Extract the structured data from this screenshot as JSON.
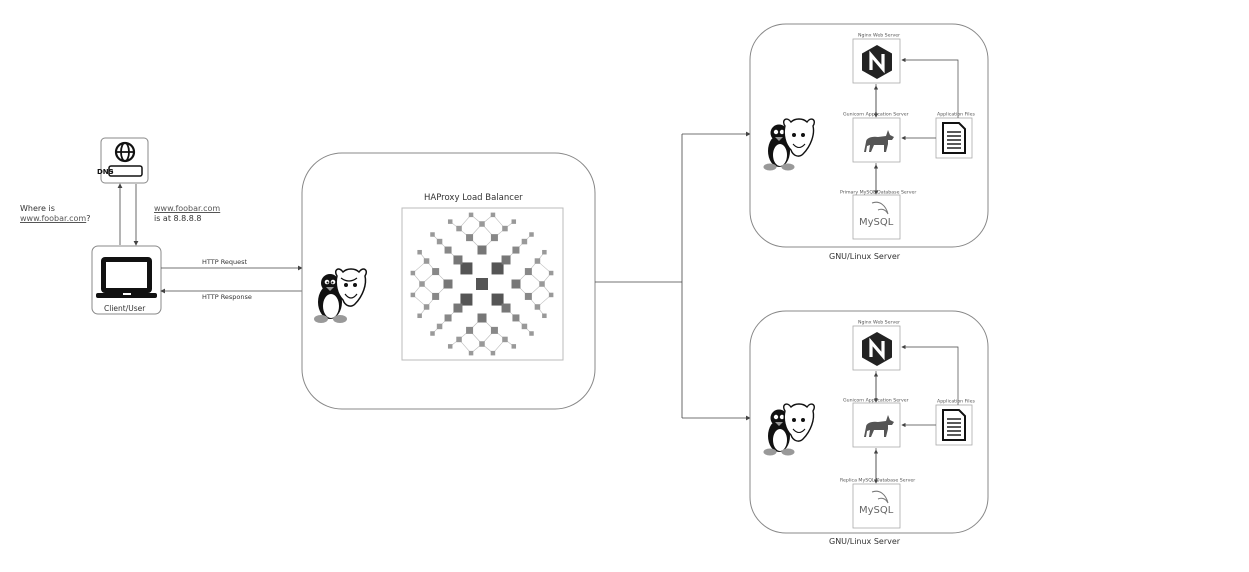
{
  "client": {
    "label": "Client/User",
    "question_line1": "Where is",
    "question_link": "www.foobar.com",
    "question_mark": "?"
  },
  "dns": {
    "label": "DNS",
    "answer_link": "www.foobar.com",
    "answer_line2": "is at 8.8.8.8"
  },
  "http": {
    "request_label": "HTTP Request",
    "response_label": "HTTP Response"
  },
  "load_balancer": {
    "title": "HAProxy Load Balancer"
  },
  "servers": [
    {
      "caption": "GNU/Linux Server",
      "web_label": "Nginx Web Server",
      "app_label": "Gunicorn Application Server",
      "files_label": "Application Files",
      "db_label": "Primary MySQL Database Server",
      "db_logo": "MySQL"
    },
    {
      "caption": "GNU/Linux Server",
      "web_label": "Nginx Web Server",
      "app_label": "Gunicorn Application Server",
      "files_label": "Application Files",
      "db_label": "Replica MySQL Database Server",
      "db_logo": "MySQL"
    }
  ],
  "icons": {
    "globe": "globe-icon",
    "laptop": "laptop-icon",
    "penguin": "tux-penguin-icon",
    "gnu": "gnu-head-icon",
    "nginx": "nginx-logo-icon",
    "unicorn": "gunicorn-unicorn-icon",
    "document": "document-icon",
    "mysql": "mysql-logo-icon",
    "mesh": "haproxy-mesh-icon"
  }
}
